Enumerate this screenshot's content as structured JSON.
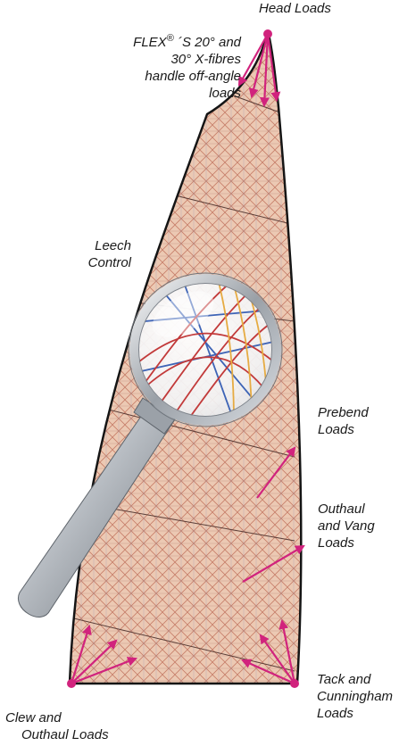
{
  "labels": {
    "head": "Head Loads",
    "flex_brand": "FLEX",
    "flex_reg": "®",
    "flex_rest": "´S 20° and",
    "flex_line2": "30° X-fibres",
    "flex_line3": "handle off-angle",
    "flex_line4": "loads",
    "leech_line1": "Leech",
    "leech_line2": "Control",
    "prebend_line1": "Prebend",
    "prebend_line2": "Loads",
    "outhaul_vang_line1": "Outhaul",
    "outhaul_vang_line2": "and Vang",
    "outhaul_vang_line3": "Loads",
    "tack_line1": "Tack and",
    "tack_line2": "Cunningham",
    "tack_line3": "Loads",
    "clew_line1": "Clew and",
    "clew_line2": "Outhaul Loads"
  },
  "colors": {
    "sail_fill": "#e8c4ae",
    "sail_mesh": "#c0705c",
    "sail_mesh_blue": "#8a95b8",
    "panel_seams": "#5a3c36",
    "sail_outline": "#151515",
    "arrow": "#d1237d",
    "magnifier_metal": "#b7bcc2",
    "lens_fiber_red": "#c23a3a",
    "lens_fiber_blue": "#3e64b6",
    "lens_fiber_orange": "#e6ab42"
  }
}
